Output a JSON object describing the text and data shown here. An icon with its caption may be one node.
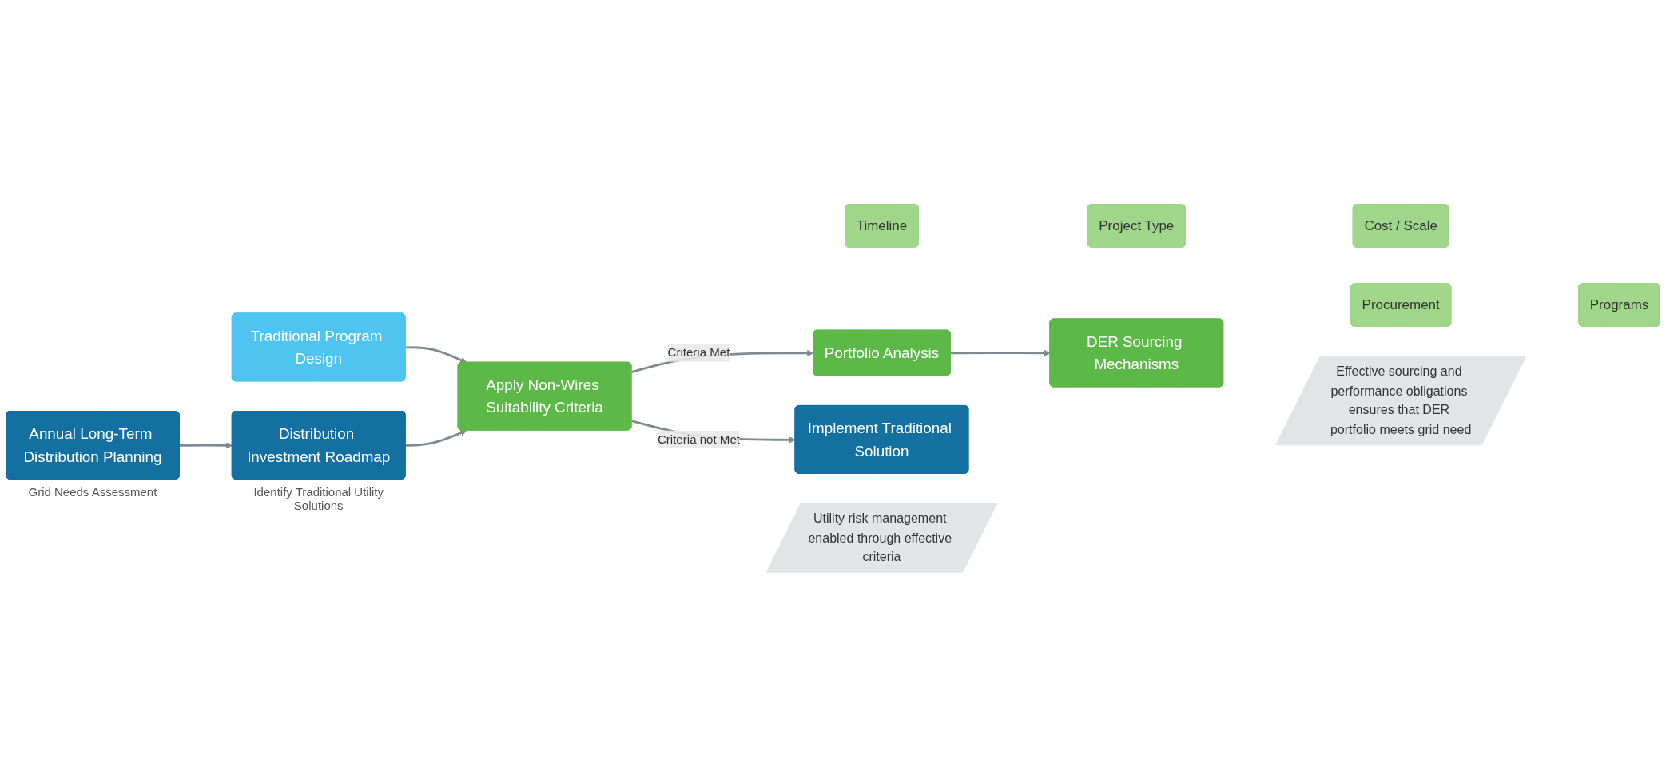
{
  "diagram": {
    "nodes": [
      {
        "text": [
          "Annual Long-Term Distribution Planning"
        ],
        "beside": [
          "Grid Needs Assessment"
        ]
      },
      {
        "text": [
          "Traditional Program Design"
        ]
      },
      {
        "text": [
          "Distribution Investment Roadmap"
        ],
        "beside": [
          "Identify Traditional Utility Solutions"
        ]
      },
      {
        "text": [
          "Apply Non-Wires Suitability Criteria"
        ]
      },
      {
        "text": [
          "Timeline"
        ]
      },
      {
        "text": [
          "Project Type"
        ]
      },
      {
        "text": [
          "Cost / Scale"
        ]
      },
      {
        "text": [
          "Portfolio Analysis"
        ]
      },
      {
        "text": [
          "DER Sourcing Mechanisms"
        ]
      },
      {
        "text": [
          "Procurement"
        ]
      },
      {
        "text": [
          "Programs"
        ]
      },
      {
        "text": [
          "Implement Traditional Solution"
        ]
      },
      {
        "text": [
          "Utility risk management enabled through effective criteria"
        ]
      },
      {
        "text": [
          "Effective sourcing and performance obligations ensures that DER portfolio meets grid need"
        ]
      }
    ],
    "edges": [
      {
        "from": 0,
        "to": 2,
        "arrow": "to"
      },
      {
        "from": 1,
        "to": 3,
        "arrow": "to"
      },
      {
        "from": 2,
        "to": 3,
        "arrow": "to"
      },
      {
        "from": 3,
        "to": 7,
        "arrow": "to",
        "label": "Criteria Met"
      },
      {
        "from": 3,
        "to": 11,
        "arrow": "to",
        "label": "Criteria not Met"
      },
      {
        "from": 7,
        "to": 8,
        "arrow": "to"
      }
    ]
  }
}
